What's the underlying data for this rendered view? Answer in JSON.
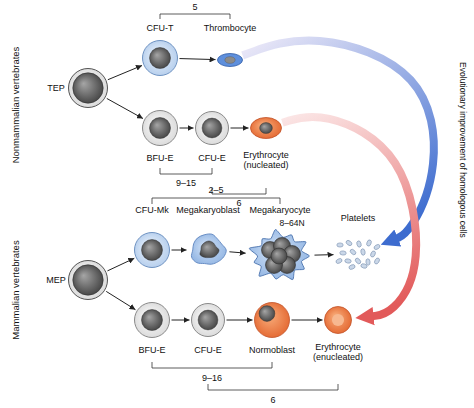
{
  "diagram": {
    "nodes": [
      {
        "text": [
          "TEP"
        ]
      },
      {
        "text": [
          "CFU-T"
        ]
      },
      {
        "text": [
          "Thrombocyte"
        ]
      },
      {
        "text": [
          "BFU-E"
        ]
      },
      {
        "text": [
          "CFU-E"
        ]
      },
      {
        "text": [
          "Erythrocyte (nucleated)"
        ]
      },
      {
        "text": [
          "MEP"
        ]
      },
      {
        "text": [
          "CFU-Mk"
        ]
      },
      {
        "text": [
          "Megakaryoblast"
        ]
      },
      {
        "text": [
          "Megakaryocyte"
        ]
      },
      {
        "text": [
          "Platelets"
        ]
      },
      {
        "text": [
          "BFU-E"
        ]
      },
      {
        "text": [
          "CFU-E"
        ]
      },
      {
        "text": [
          "Normoblast"
        ]
      },
      {
        "text": [
          "Erythrocyte (enucleated)"
        ]
      }
    ],
    "edges": [
      {
        "from": 0,
        "to": 1,
        "arrow": "to"
      },
      {
        "from": 0,
        "to": 3,
        "arrow": "to"
      },
      {
        "from": 1,
        "to": 2,
        "arrow": "to"
      },
      {
        "from": 3,
        "to": 4,
        "arrow": "to"
      },
      {
        "from": 4,
        "to": 5,
        "arrow": "to"
      },
      {
        "from": 2,
        "to": 10,
        "arrow": "to"
      },
      {
        "from": 5,
        "to": 14,
        "arrow": "to"
      },
      {
        "from": 6,
        "to": 7,
        "arrow": "to"
      },
      {
        "from": 6,
        "to": 11,
        "arrow": "to"
      },
      {
        "from": 7,
        "to": 8,
        "arrow": "to"
      },
      {
        "from": 8,
        "to": 9,
        "arrow": "to"
      },
      {
        "from": 9,
        "to": 10,
        "arrow": "to"
      },
      {
        "from": 11,
        "to": 12,
        "arrow": "to"
      },
      {
        "from": 12,
        "to": 13,
        "arrow": "to"
      },
      {
        "from": 13,
        "to": 14,
        "arrow": "to"
      }
    ],
    "labels": [
      "Nonmammalian vertebrates",
      "5",
      "9–15",
      "6",
      "Mammalian vertebrates",
      "2–5",
      "8–64N",
      "9–16",
      "6",
      "Evolutionary improvement of homologous cells"
    ]
  }
}
